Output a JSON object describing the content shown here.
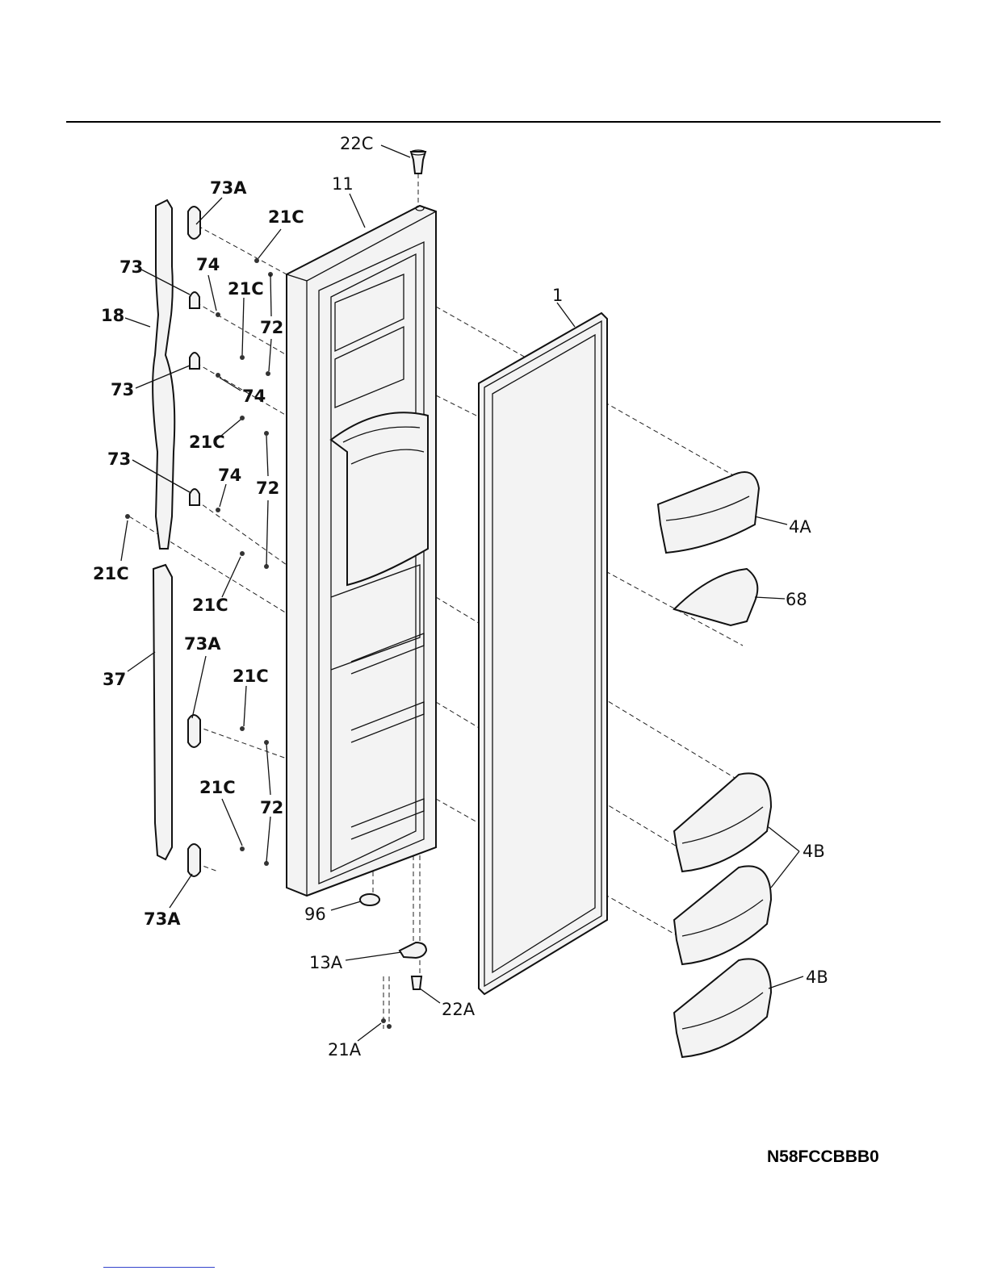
{
  "model_code": "N58FCCBBB0",
  "labels": {
    "p22C": "22C",
    "p11": "11",
    "p73A_top": "73A",
    "p21C_1": "21C",
    "p73_1": "73",
    "p74_1": "74",
    "p21C_2": "21C",
    "p18": "18",
    "p72_1": "72",
    "p1": "1",
    "p73_2": "73",
    "p74_2": "74",
    "p21C_3": "21C",
    "p73_3": "73",
    "p74_3": "74",
    "p72_2": "72",
    "p4A": "4A",
    "p21C_4": "21C",
    "p21C_5": "21C",
    "p68": "68",
    "p73A_mid": "73A",
    "p37": "37",
    "p21C_6": "21C",
    "p21C_7": "21C",
    "p72_3": "72",
    "p4B_1": "4B",
    "p96": "96",
    "p73A_bot": "73A",
    "p13A": "13A",
    "p4B_2": "4B",
    "p22A": "22A",
    "p21A": "21A"
  }
}
